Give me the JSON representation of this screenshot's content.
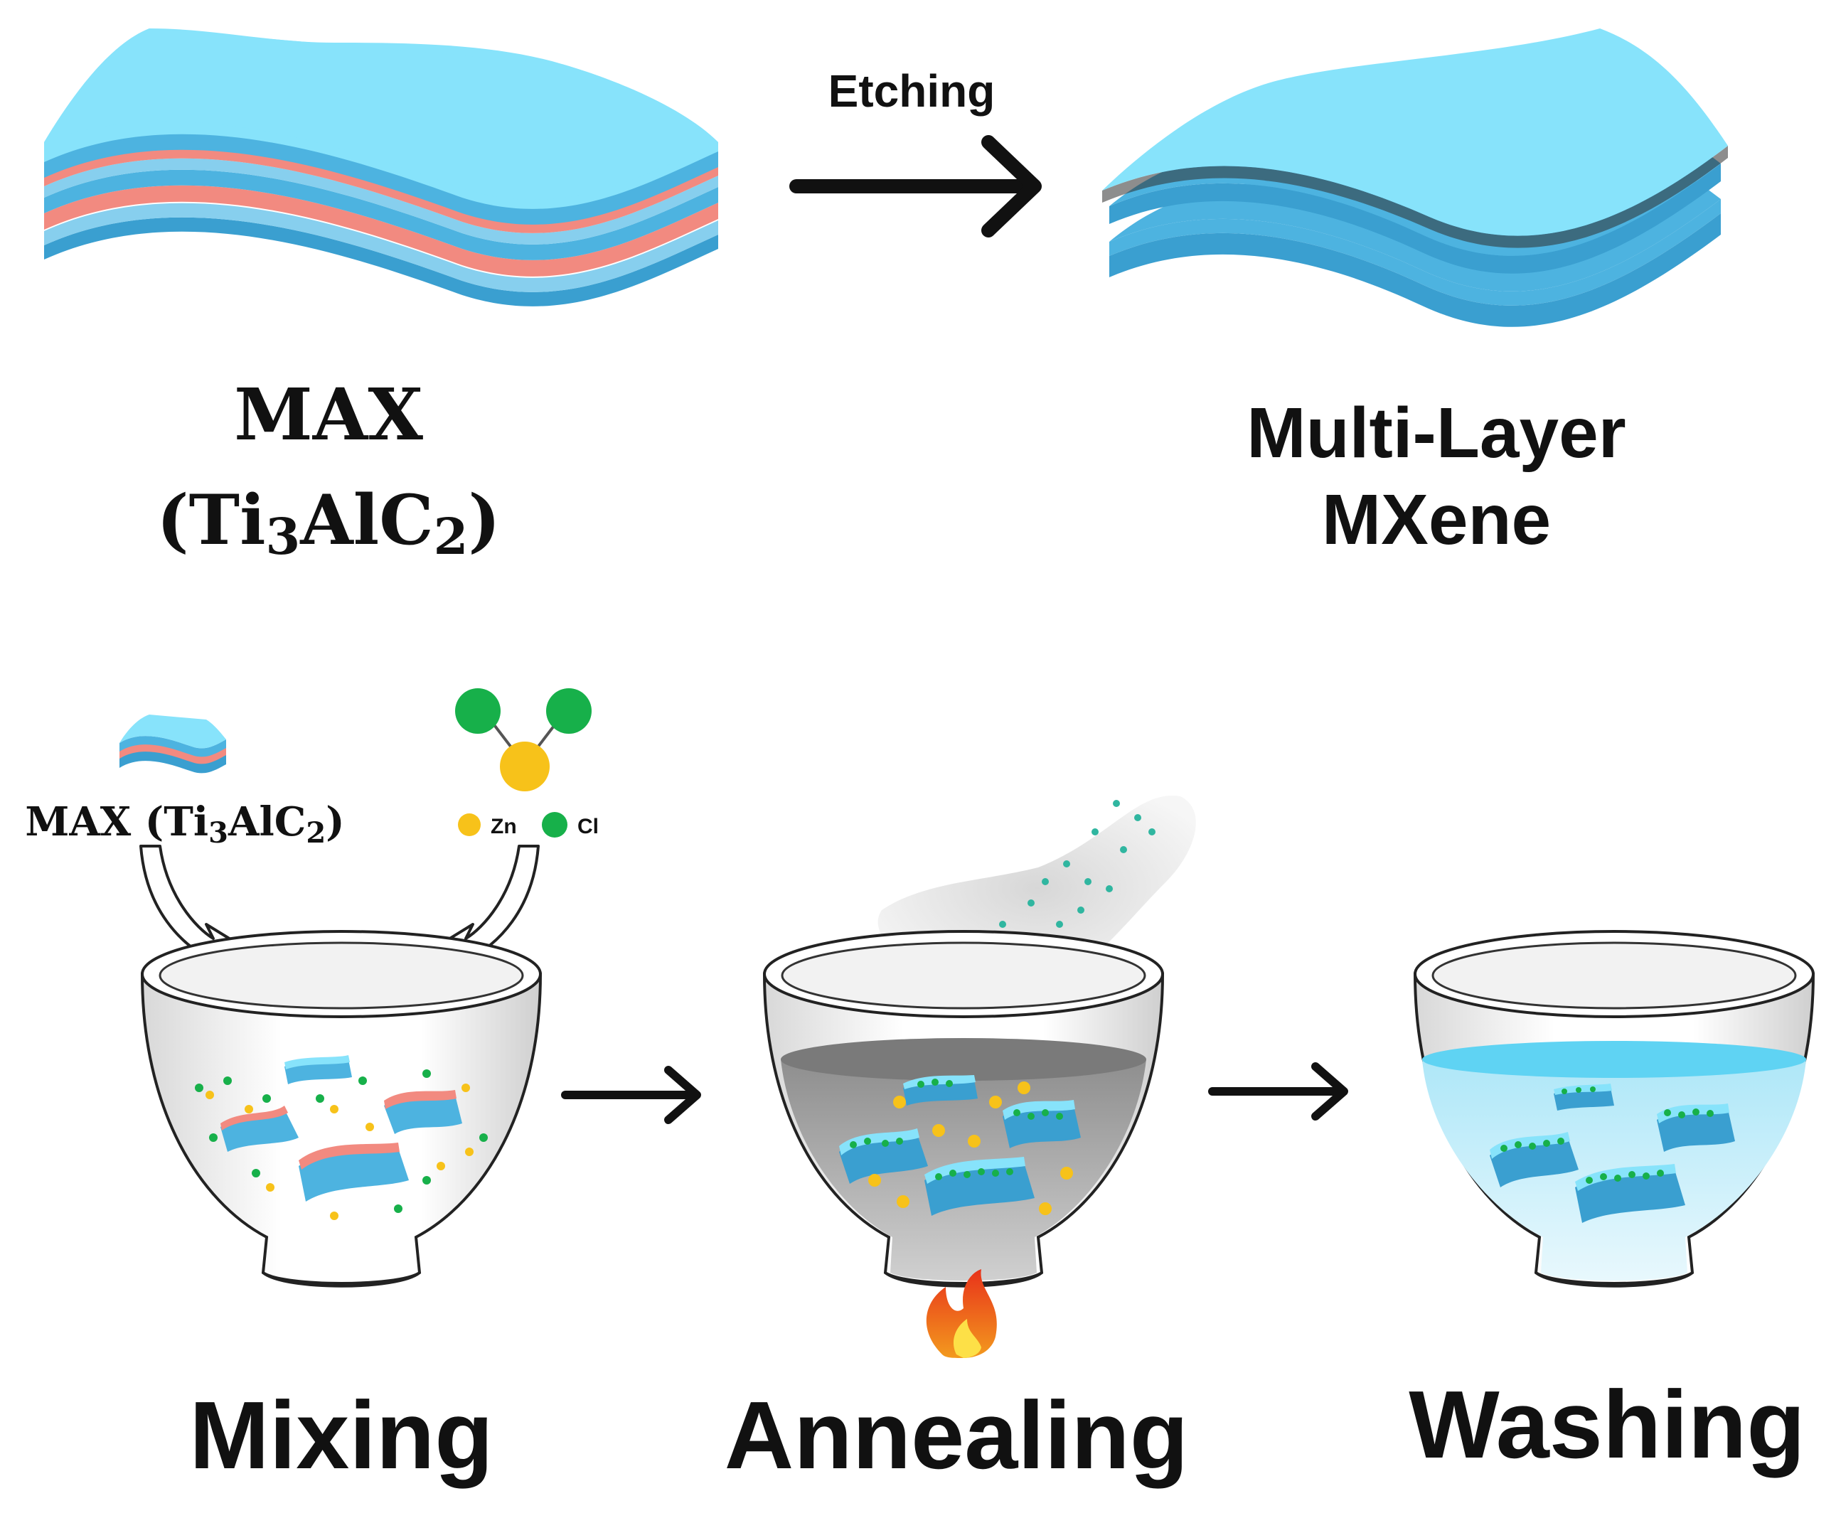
{
  "top": {
    "arrow_label": "Etching",
    "left_title": "MAX",
    "left_formula": {
      "open": "(",
      "ti": "Ti",
      "ti_sub": "3",
      "alc": "AlC",
      "c_sub": "2",
      "close": ")"
    },
    "right_title_line1": "Multi-Layer",
    "right_title_line2": "MXene"
  },
  "bottom": {
    "max_label": {
      "prefix": "MAX (",
      "ti": "Ti",
      "ti_sub": "3",
      "alc": "AlC",
      "c_sub": "2",
      "close": ")"
    },
    "legend": {
      "zn": "Zn",
      "cl": "Cl"
    },
    "steps": [
      "Mixing",
      "Annealing",
      "Washing"
    ]
  },
  "colors": {
    "layer_light": "#87e3fb",
    "layer_mid": "#4db3e0",
    "layer_edge": "#3a9fd0",
    "al_layer": "#f28a80",
    "zn": "#f7c21a",
    "cl": "#17b04a",
    "solution": "#9d9d9d",
    "water": "#bfeefb",
    "flame": "#e83a1c"
  }
}
